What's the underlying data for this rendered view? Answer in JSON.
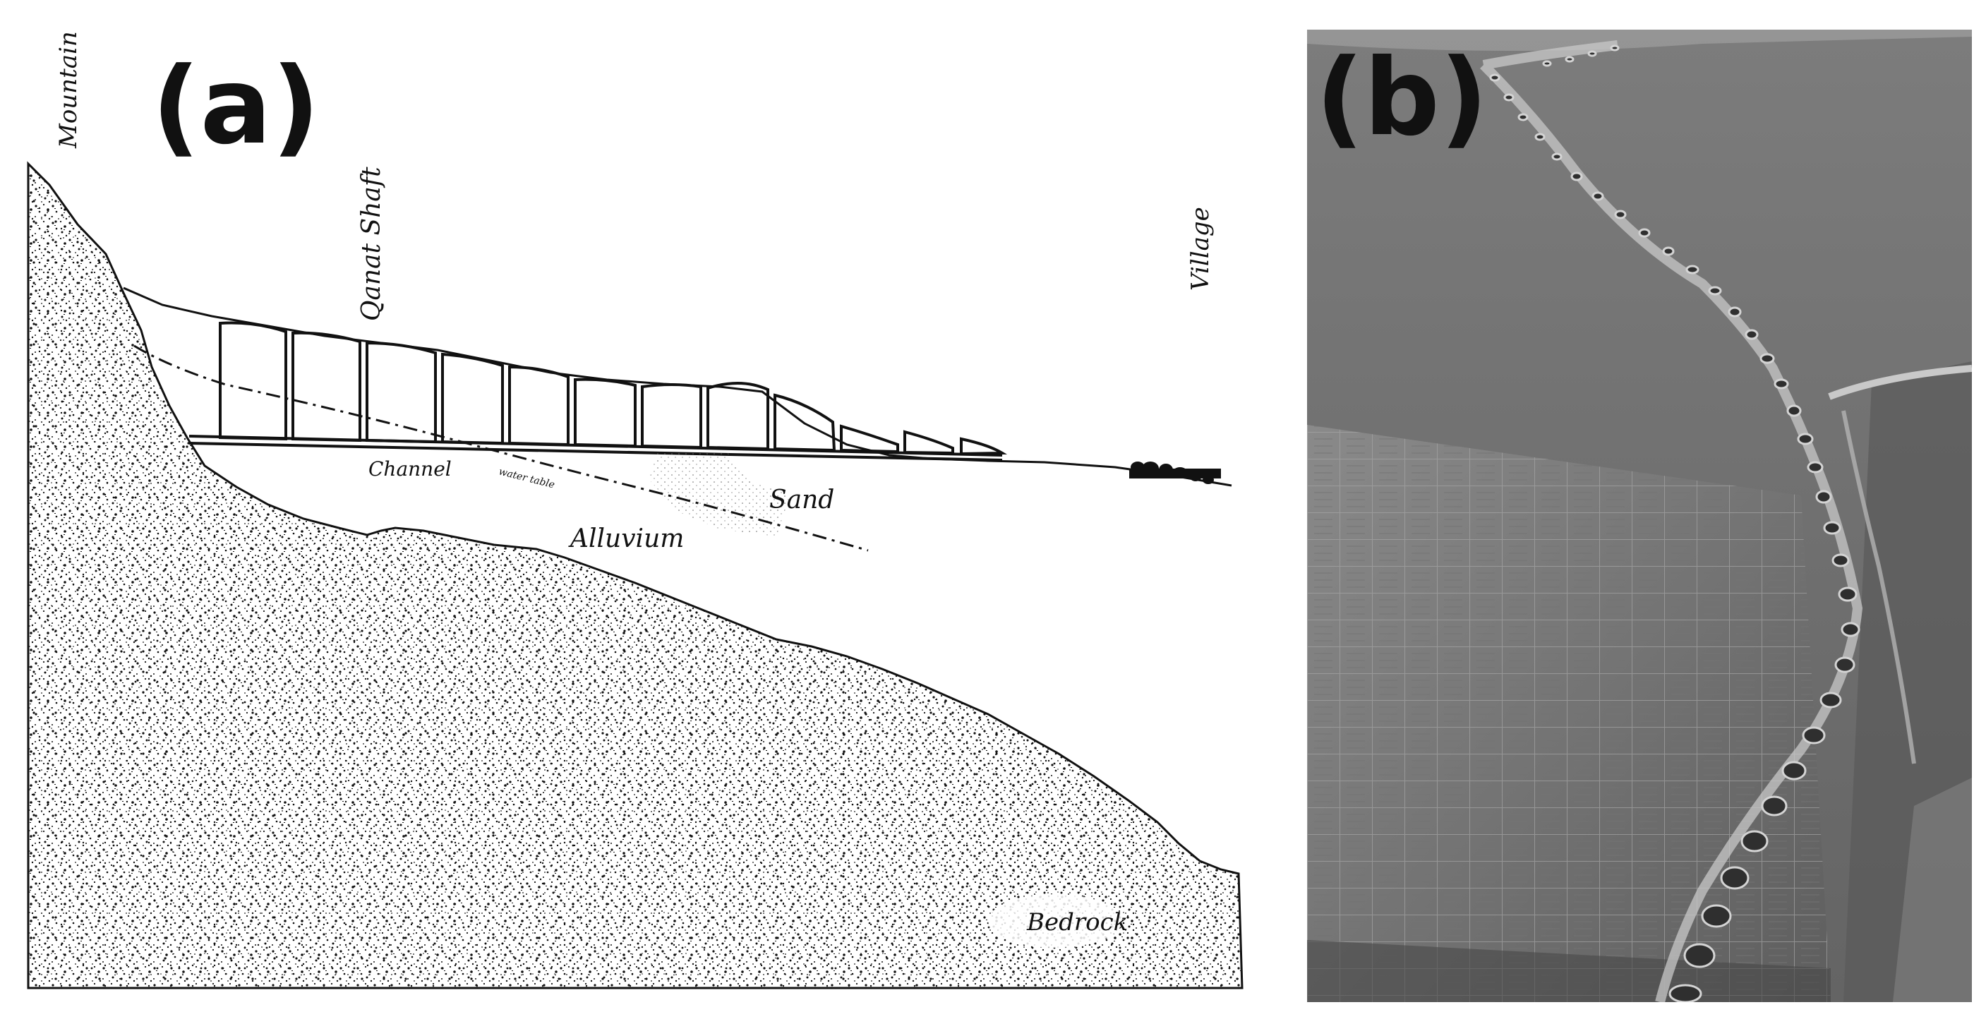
{
  "figure": {
    "panel_a": {
      "letter": "(a)",
      "labels": {
        "mountain": "Mountain",
        "qanat_shaft": "Qanat Shaft",
        "village": "Village",
        "channel": "Channel",
        "water_table": "water table",
        "sand": "Sand",
        "alluvium": "Alluvium",
        "bedrock": "Bedrock"
      }
    },
    "panel_b": {
      "letter": "(b)"
    }
  },
  "colors": {
    "ink": "#111111",
    "photo_dark": "#3a3a3a",
    "photo_mid": "#6b6b6b",
    "photo_light": "#8c8c8c"
  }
}
